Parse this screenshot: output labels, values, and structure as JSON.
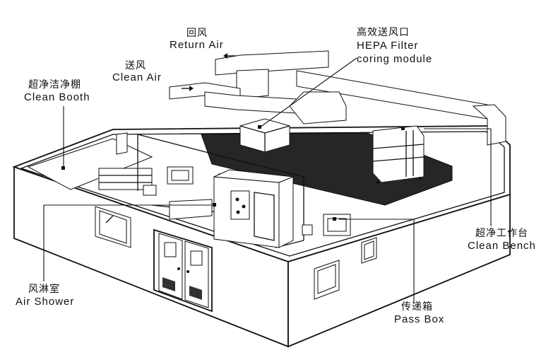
{
  "labels": {
    "return_air": {
      "zh": "回风",
      "en": "Return Air"
    },
    "clean_air": {
      "zh": "送风",
      "en": "Clean Air"
    },
    "hepa": {
      "zh": "高效送风口",
      "en1": "HEPA Filter",
      "en2": "coring module"
    },
    "clean_booth": {
      "zh": "超净洁净棚",
      "en": "Clean Booth"
    },
    "clean_bench": {
      "zh": "超净工作台",
      "en": "Clean Bench"
    },
    "air_shower": {
      "zh": "风淋室",
      "en": "Air Shower"
    },
    "pass_box": {
      "zh": "传递箱",
      "en": "Pass Box"
    }
  },
  "colors": {
    "line": "#111111",
    "floor_dark": "#262626",
    "background": "#ffffff"
  }
}
